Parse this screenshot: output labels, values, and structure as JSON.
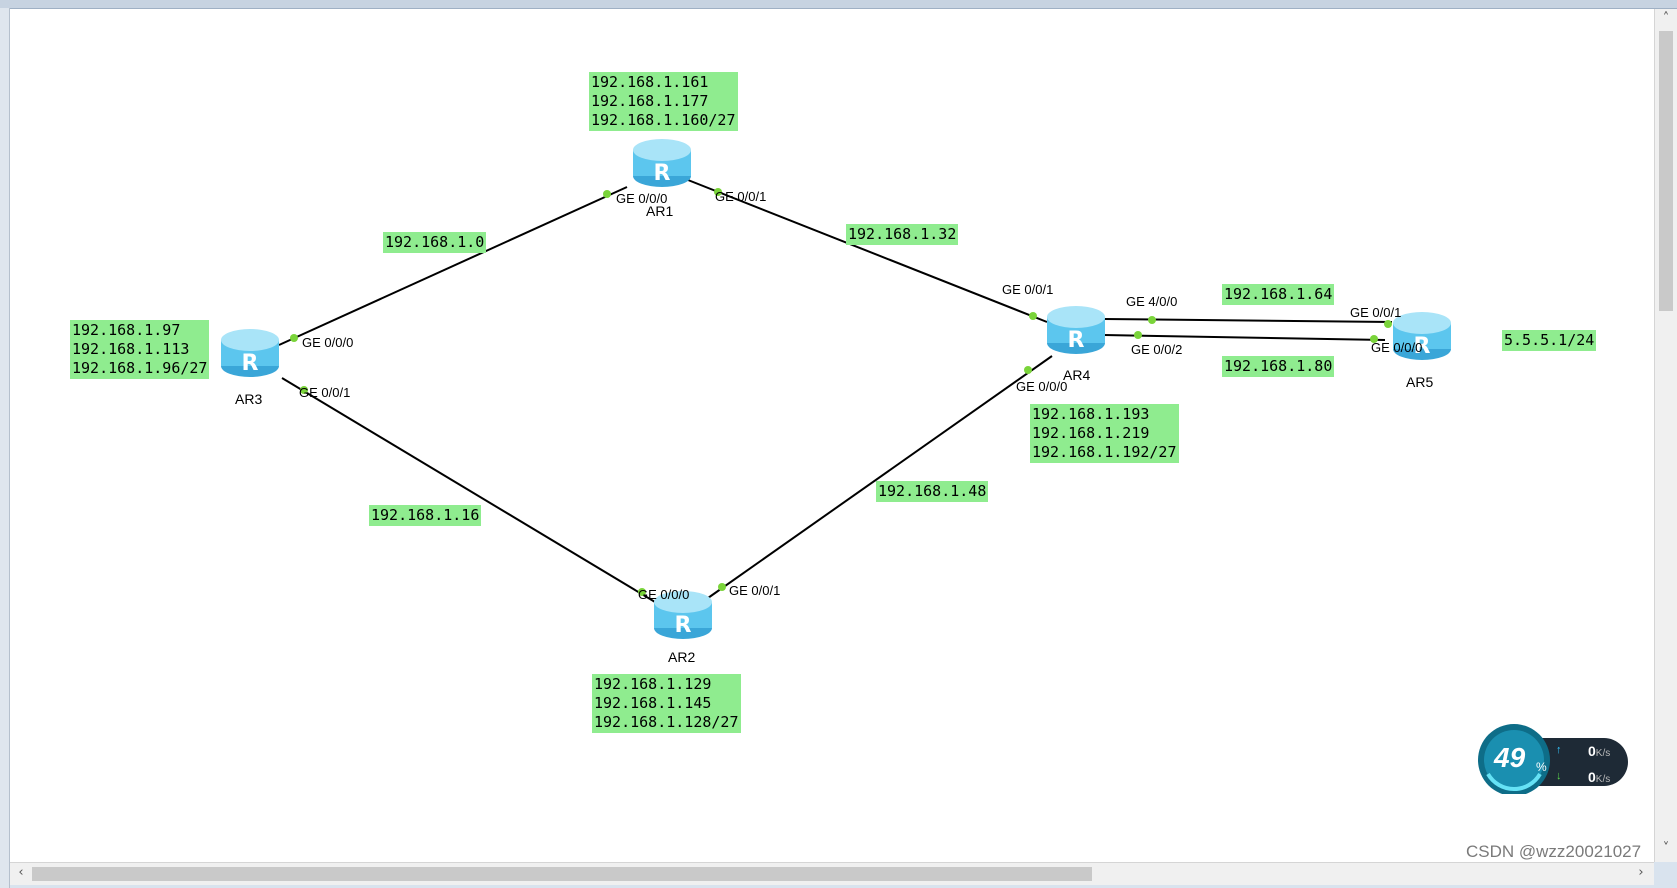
{
  "colors": {
    "label_bg": "#8fec8f",
    "router": "#5cc6ee",
    "link": "#000000",
    "port_dot": "#7ad43a"
  },
  "routers": [
    {
      "id": "ar1",
      "name": "AR1",
      "icon": "router-icon",
      "glyph": "R"
    },
    {
      "id": "ar2",
      "name": "AR2",
      "icon": "router-icon",
      "glyph": "R"
    },
    {
      "id": "ar3",
      "name": "AR3",
      "icon": "router-icon",
      "glyph": "R"
    },
    {
      "id": "ar4",
      "name": "AR4",
      "icon": "router-icon",
      "glyph": "R"
    },
    {
      "id": "ar5",
      "name": "AR5",
      "icon": "router-icon",
      "glyph": "R"
    }
  ],
  "links": [
    {
      "from": "AR3",
      "to": "AR1",
      "subnet": "192.168.1.0"
    },
    {
      "from": "AR1",
      "to": "AR4",
      "subnet": "192.168.1.32"
    },
    {
      "from": "AR3",
      "to": "AR2",
      "subnet": "192.168.1.16"
    },
    {
      "from": "AR2",
      "to": "AR4",
      "subnet": "192.168.1.48"
    },
    {
      "from": "AR4",
      "to": "AR5",
      "subnet": "192.168.1.64"
    },
    {
      "from": "AR4",
      "to": "AR5",
      "subnet": "192.168.1.80"
    }
  ],
  "ports": {
    "ar1_g0": "GE 0/0/0",
    "ar1_g1": "GE 0/0/1",
    "ar3_g0": "GE 0/0/0",
    "ar3_g1": "GE 0/0/1",
    "ar2_g0": "GE 0/0/0",
    "ar2_g1": "GE 0/0/1",
    "ar4_g1": "GE 0/0/1",
    "ar4_g0": "GE 0/0/0",
    "ar4_g40": "GE 4/0/0",
    "ar4_g2": "GE 0/0/2",
    "ar5_g1": "GE 0/0/1",
    "ar5_g0": "GE 0/0/0"
  },
  "lan_labels": {
    "ar1": "192.168.1.161\n192.168.1.177\n192.168.1.160/27",
    "ar3": "192.168.1.97\n192.168.1.113\n192.168.1.96/27",
    "ar2": "192.168.1.129\n192.168.1.145\n192.168.1.128/27",
    "ar4": "192.168.1.193\n192.168.1.219\n192.168.1.192/27",
    "ar5": "5.5.5.1/24"
  },
  "net_widget": {
    "percent": "49",
    "percent_unit": "%",
    "upload": "0",
    "download": "0",
    "unit": "K/s"
  },
  "watermark": "CSDN @wzz20021027"
}
